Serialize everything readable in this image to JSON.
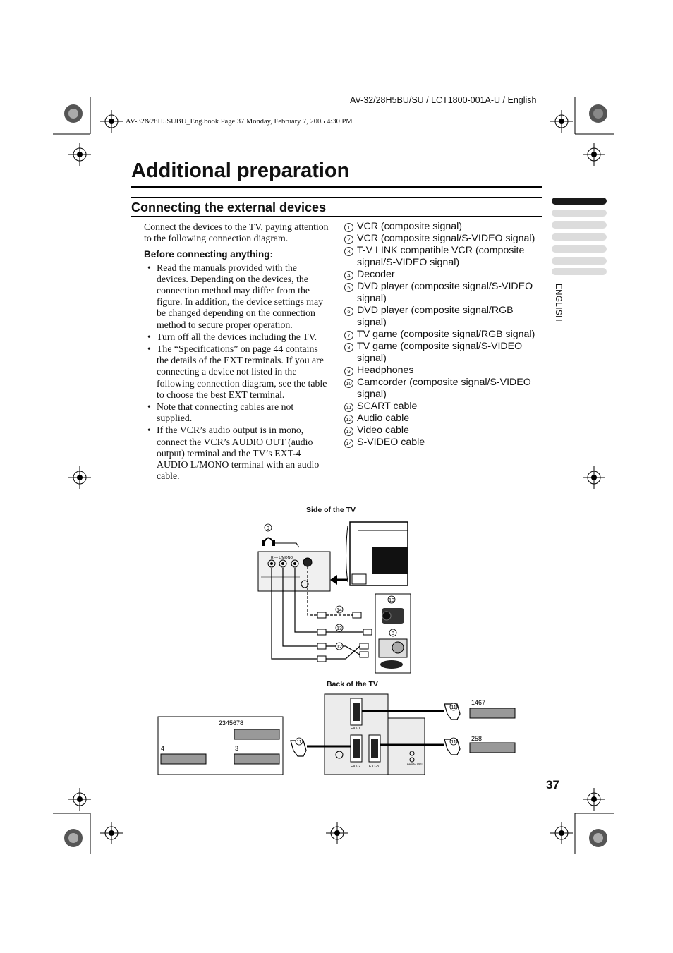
{
  "header": {
    "doc_ref": "AV-32/28H5BU/SU / LCT1800-001A-U / English",
    "print_line": "AV-32&28H5SUBU_Eng.book  Page 37  Monday, February 7, 2005  4:30 PM"
  },
  "title": "Additional preparation",
  "section": {
    "heading": "Connecting the external devices",
    "intro": "Connect the devices to the TV, paying attention to the following connection diagram.",
    "before_heading": "Before connecting anything:",
    "notes": [
      "Read the manuals provided with the devices. Depending on the devices, the connection method may differ from the figure. In addition, the device settings may be changed depending on the connection method to secure proper operation.",
      "Turn off all the devices including the TV.",
      "The “Specifications” on page 44 contains the details of the EXT terminals. If you are connecting a device not listed in the following connection diagram, see the table to choose the best EXT terminal.",
      "Note that connecting cables are not supplied.",
      "If the VCR’s audio output is in mono, connect the VCR’s AUDIO OUT (audio output) terminal and the TV’s EXT-4 AUDIO L/MONO terminal with an audio cable."
    ],
    "legend": [
      {
        "num": "1",
        "text": "VCR (composite signal)"
      },
      {
        "num": "2",
        "text": "VCR (composite signal/S-VIDEO signal)"
      },
      {
        "num": "3",
        "text": "T-V LINK compatible VCR (composite signal/S-VIDEO signal)"
      },
      {
        "num": "4",
        "text": "Decoder"
      },
      {
        "num": "5",
        "text": "DVD player (composite signal/S-VIDEO signal)"
      },
      {
        "num": "6",
        "text": "DVD player (composite signal/RGB signal)"
      },
      {
        "num": "7",
        "text": "TV game (composite signal/RGB signal)"
      },
      {
        "num": "8",
        "text": "TV game (composite signal/S-VIDEO signal)"
      },
      {
        "num": "9",
        "text": "Headphones"
      },
      {
        "num": "10",
        "text": "Camcorder (composite signal/S-VIDEO signal)"
      },
      {
        "num": "11",
        "text": "SCART cable"
      },
      {
        "num": "12",
        "text": "Audio cable"
      },
      {
        "num": "13",
        "text": "Video cable"
      },
      {
        "num": "14",
        "text": "S-VIDEO cable"
      }
    ]
  },
  "figure": {
    "side_label": "Side of the TV",
    "back_label": "Back of the TV",
    "panel_labels": {
      "side_audio": "R — L/MONO",
      "ext1": "EXT-1",
      "ext2": "EXT-2",
      "ext3": "EXT-3",
      "audio_out": "AUDIO OUT"
    },
    "callouts": {
      "headphones": "9",
      "svideo": "14",
      "video": "13",
      "audio": "12",
      "camcorder": "10",
      "game": "8",
      "scart": "11",
      "ext1_devices": "1467",
      "ext3_devices": "258",
      "box_top": "2345678",
      "box_decoder": "4",
      "box_tvlink": "3"
    }
  },
  "sidebar": {
    "language": "ENGLISH",
    "page_number": "37"
  }
}
